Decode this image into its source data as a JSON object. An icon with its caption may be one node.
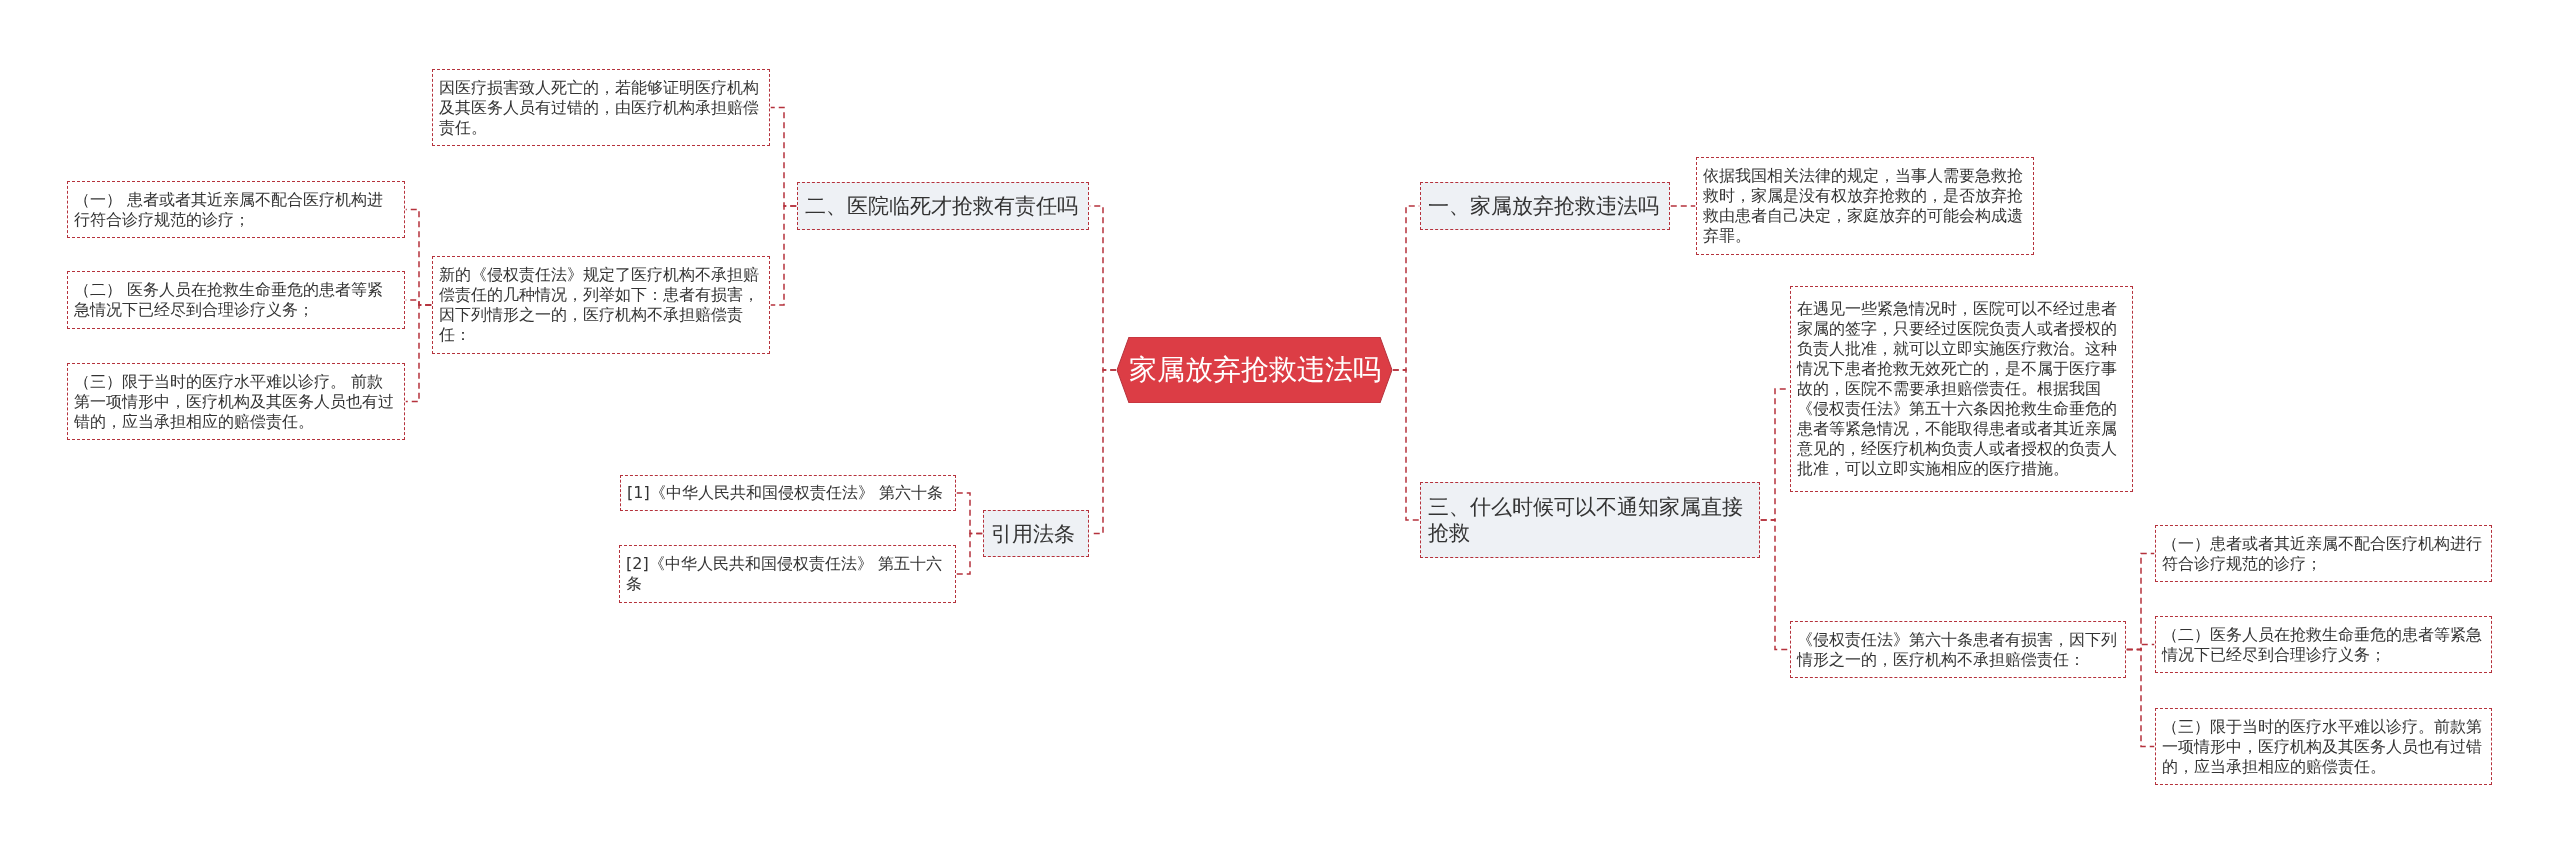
{
  "diagram": {
    "nodes": [
      {
        "text": [
          "家属放弃抢救违法吗"
        ]
      },
      {
        "text": [
          "二、医院临死才抢救有责任吗"
        ]
      },
      {
        "text": [
          "因医疗损害致人死亡的，若能够证明医疗机构及其医务人员有过错的，由医疗机构承担赔偿责任。"
        ]
      },
      {
        "text": [
          "新的《侵权责任法》规定了医疗机构不承担赔偿责任的几种情况，列举如下：患者有损害，因下列情形之一的，医疗机构不承担赔偿责任："
        ]
      },
      {
        "text": [
          "（一） 患者或者其近亲属不配合医疗机构进行符合诊疗规范的诊疗；"
        ]
      },
      {
        "text": [
          "（二） 医务人员在抢救生命垂危的患者等紧急情况下已经尽到合理诊疗义务；"
        ]
      },
      {
        "text": [
          "（三）限于当时的医疗水平难以诊疗。 前款第一项情形中，医疗机构及其医务人员也有过错的，应当承担相应的赔偿责任。"
        ]
      },
      {
        "text": [
          "引用法条"
        ]
      },
      {
        "text": [
          "[1]《中华人民共和国侵权责任法》 第六十条"
        ]
      },
      {
        "text": [
          "[2]《中华人民共和国侵权责任法》 第五十六条"
        ]
      },
      {
        "text": [
          "一、家属放弃抢救违法吗"
        ]
      },
      {
        "text": [
          "依据我国相关法律的规定，当事人需要急救抢救时，家属是没有权放弃抢救的，是否放弃抢救由患者自己决定，家庭放弃的可能会构成遗弃罪。"
        ]
      },
      {
        "text": [
          "三、什么时候可以不通知家属直接抢救"
        ]
      },
      {
        "text": [
          "在遇见一些紧急情况时，医院可以不经过患者家属的签字，只要经过医院负责人或者授权的负责人批准，就可以立即实施医疗救治。这种情况下患者抢救无效死亡的，是不属于医疗事故的，医院不需要承担赔偿责任。根据我国《侵权责任法》第五十六条因抢救生命垂危的患者等紧急情况，不能取得患者或者其近亲属意见的，经医疗机构负责人或者授权的负责人批准，可以立即实施相应的医疗措施。"
        ]
      },
      {
        "text": [
          "《侵权责任法》第六十条患者有损害，因下列情形之一的，医疗机构不承担赔偿责任："
        ]
      },
      {
        "text": [
          "（一）患者或者其近亲属不配合医疗机构进行符合诊疗规范的诊疗；"
        ]
      },
      {
        "text": [
          "（二）医务人员在抢救生命垂危的患者等紧急情况下已经尽到合理诊疗义务；"
        ]
      },
      {
        "text": [
          "（三）限于当时的医疗水平难以诊疗。前款第一项情形中，医疗机构及其医务人员也有过错的，应当承担相应的赔偿责任。"
        ]
      }
    ],
    "edges": [
      {
        "from": 0,
        "to": 1,
        "arrow": "none",
        "style": "dashed"
      },
      {
        "from": 0,
        "to": 7,
        "arrow": "none",
        "style": "dashed"
      },
      {
        "from": 0,
        "to": 10,
        "arrow": "none",
        "style": "dashed"
      },
      {
        "from": 0,
        "to": 12,
        "arrow": "none",
        "style": "dashed"
      },
      {
        "from": 1,
        "to": 2,
        "arrow": "none",
        "style": "dashed"
      },
      {
        "from": 1,
        "to": 3,
        "arrow": "none",
        "style": "dashed"
      },
      {
        "from": 3,
        "to": 4,
        "arrow": "none",
        "style": "dashed"
      },
      {
        "from": 3,
        "to": 5,
        "arrow": "none",
        "style": "dashed"
      },
      {
        "from": 3,
        "to": 6,
        "arrow": "none",
        "style": "dashed"
      },
      {
        "from": 7,
        "to": 8,
        "arrow": "none",
        "style": "dashed"
      },
      {
        "from": 7,
        "to": 9,
        "arrow": "none",
        "style": "dashed"
      },
      {
        "from": 10,
        "to": 11,
        "arrow": "none",
        "style": "dashed"
      },
      {
        "from": 12,
        "to": 13,
        "arrow": "none",
        "style": "dashed"
      },
      {
        "from": 12,
        "to": 14,
        "arrow": "none",
        "style": "dashed"
      },
      {
        "from": 14,
        "to": 15,
        "arrow": "none",
        "style": "dashed"
      },
      {
        "from": 14,
        "to": 16,
        "arrow": "none",
        "style": "dashed"
      },
      {
        "from": 14,
        "to": 17,
        "arrow": "none",
        "style": "dashed"
      }
    ]
  }
}
